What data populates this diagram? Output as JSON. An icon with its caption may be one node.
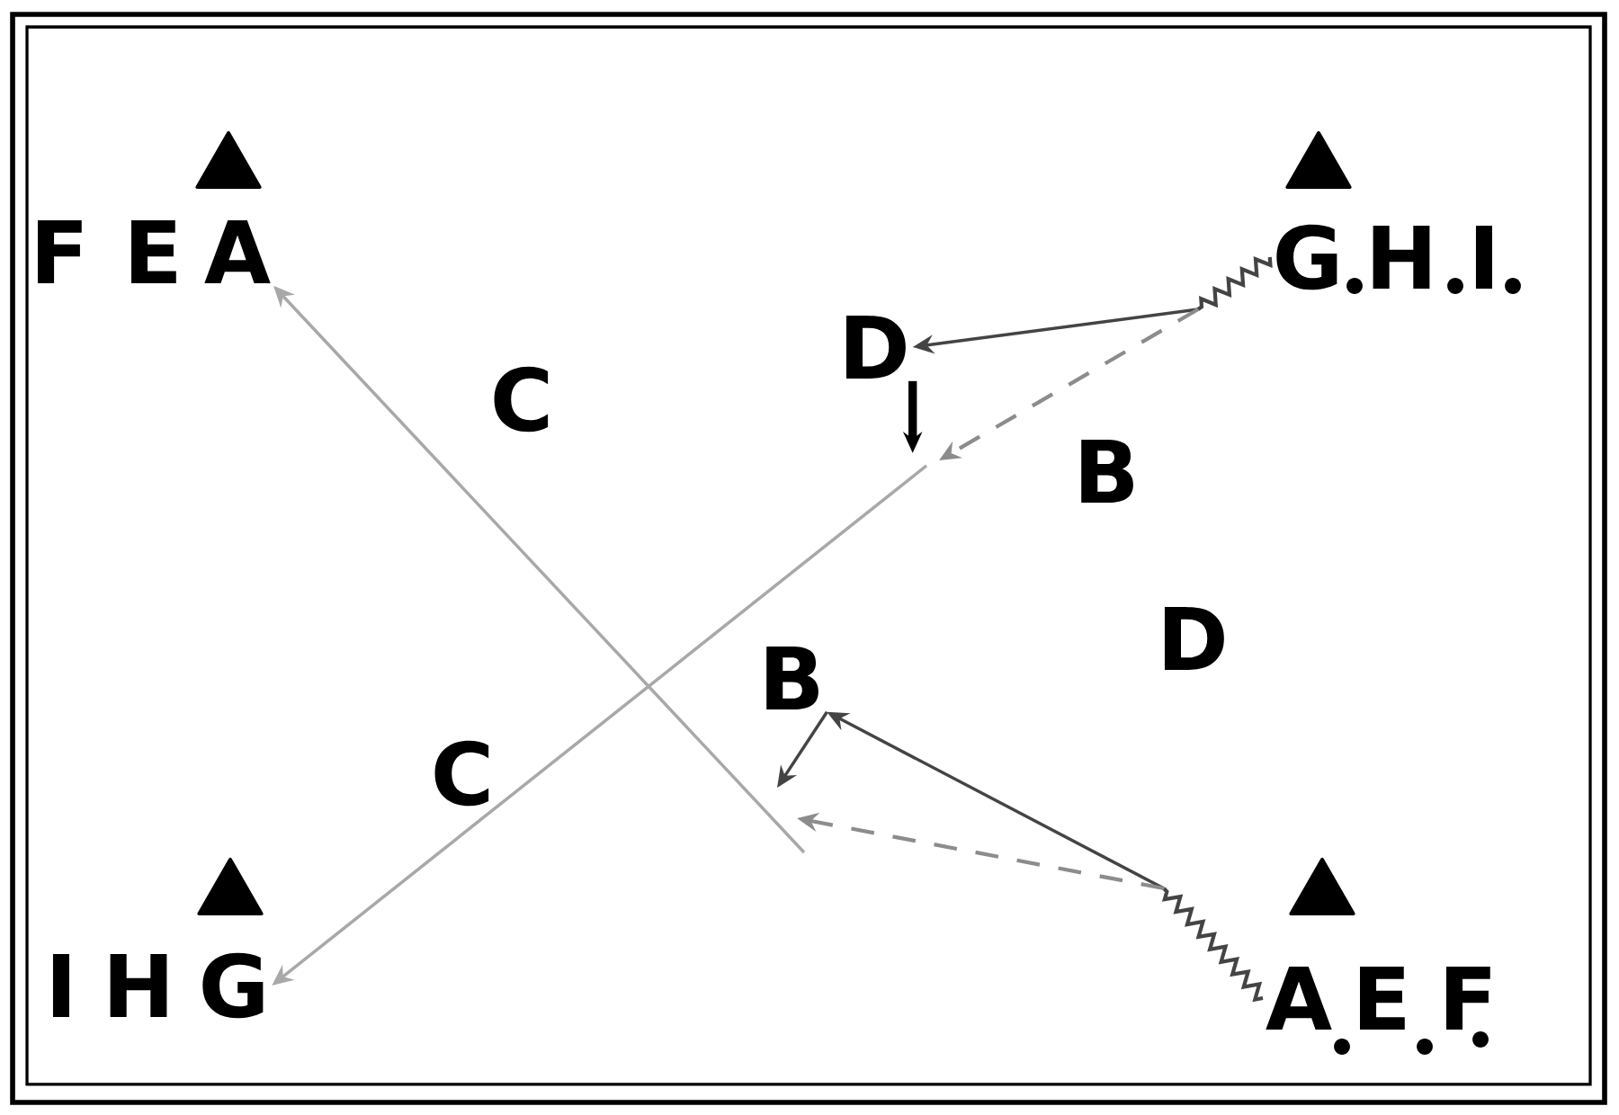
{
  "diagram": {
    "nodes": [
      {
        "text": [
          "F"
        ]
      },
      {
        "text": [
          "E"
        ]
      },
      {
        "text": [
          "A"
        ]
      },
      {
        "text": [
          "G"
        ]
      },
      {
        "text": [
          "H"
        ]
      },
      {
        "text": [
          "I"
        ]
      },
      {
        "text": [
          "D"
        ]
      },
      {
        "text": [
          "B"
        ]
      },
      {
        "text": [
          "I"
        ]
      },
      {
        "text": [
          "H"
        ]
      },
      {
        "text": [
          "G"
        ]
      },
      {
        "text": [
          "A"
        ]
      },
      {
        "text": [
          "E"
        ]
      },
      {
        "text": [
          "F"
        ]
      }
    ],
    "edges": [
      {
        "from": 3,
        "to": 6,
        "arrow": "to"
      },
      {
        "from": 6,
        "to": null,
        "arrow": "to",
        "style": "thick",
        "color": "#000000"
      },
      {
        "from": 3,
        "to": null,
        "arrow": "to",
        "style": "dashed",
        "color": "#8c8c8c"
      },
      {
        "from": null,
        "to": 10,
        "arrow": "to",
        "color": "#a8a8a8"
      },
      {
        "from": 11,
        "to": 7,
        "arrow": "to"
      },
      {
        "from": 7,
        "to": null,
        "arrow": "to"
      },
      {
        "from": 11,
        "to": null,
        "arrow": "to",
        "style": "dashed",
        "color": "#8c8c8c"
      },
      {
        "from": null,
        "to": 2,
        "arrow": "to",
        "color": "#a8a8a8"
      }
    ],
    "labels": [
      "C",
      "B",
      "D",
      "C"
    ]
  }
}
